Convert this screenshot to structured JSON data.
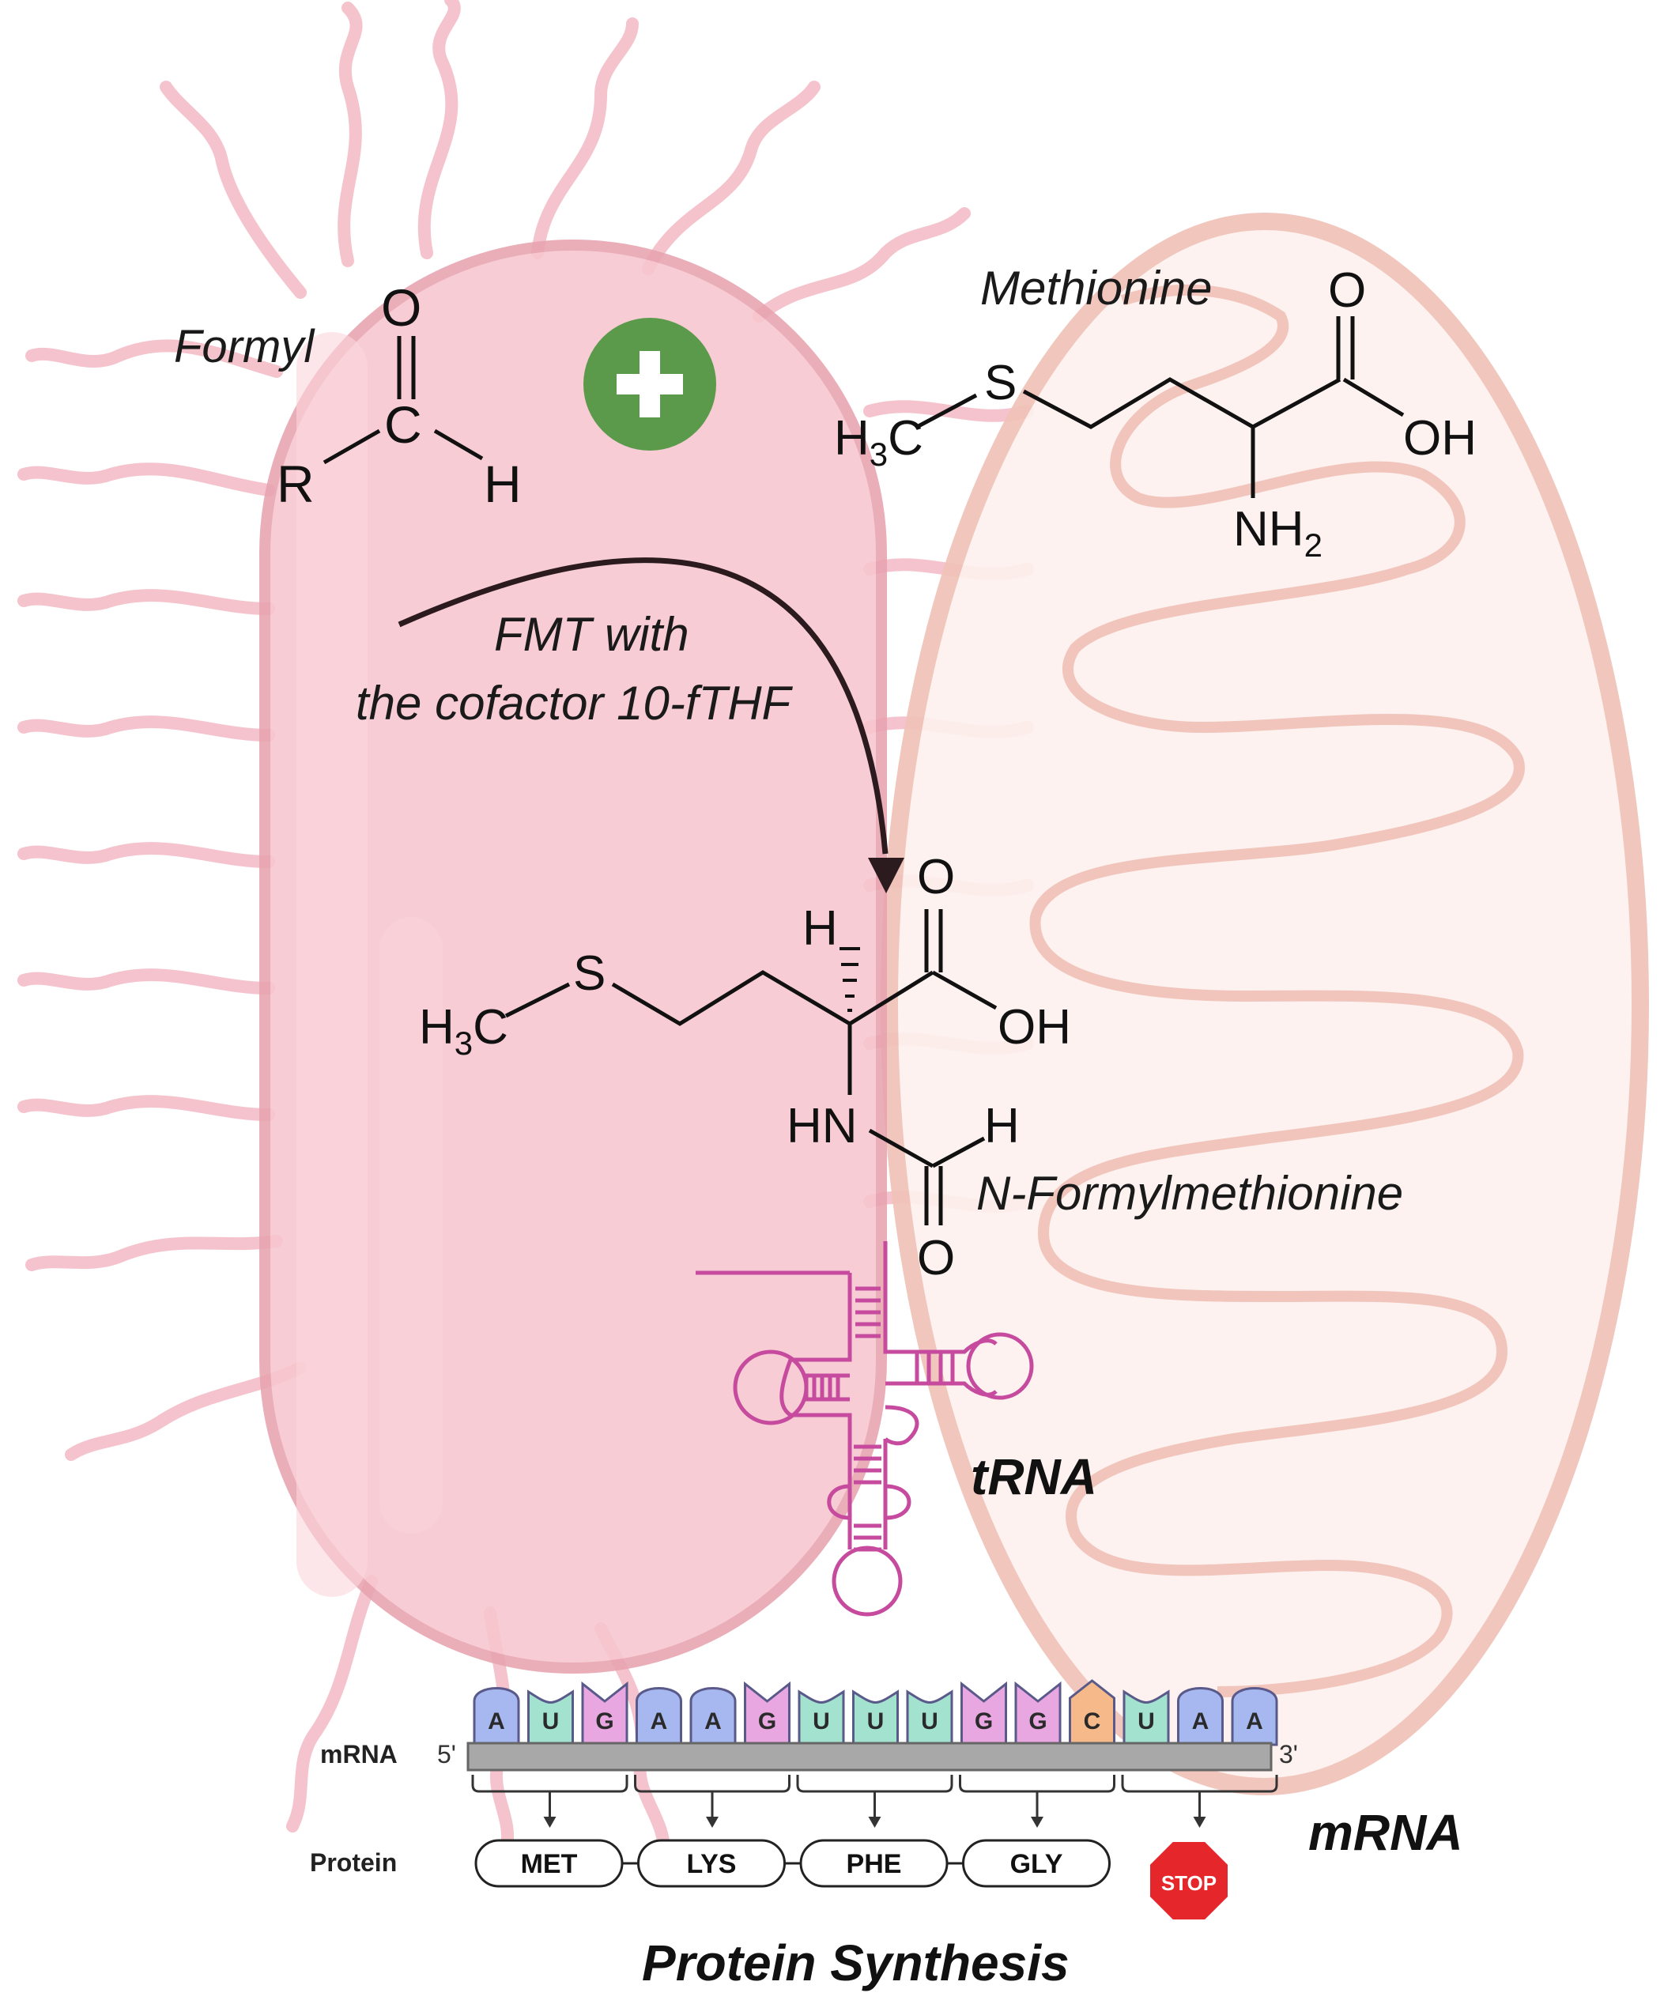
{
  "labels": {
    "formyl": "Formyl",
    "methionine": "Methionine",
    "fmt_line1": "FMT with",
    "fmt_line2": "the cofactor 10-fTHF",
    "n_formylmethionine": "N-Formylmethionine",
    "trna": "tRNA",
    "mrna_big": "mRNA",
    "protein_synthesis": "Protein Synthesis"
  },
  "formyl_structure": {
    "o": "O",
    "c": "C",
    "r": "R",
    "h": "H"
  },
  "methionine_structure": {
    "h3c": "H",
    "h3c_sub": "3",
    "h3c_c": "C",
    "s": "S",
    "o": "O",
    "oh": "OH",
    "nh2": "NH",
    "nh2_sub": "2"
  },
  "fmet_structure": {
    "h3c": "H",
    "h3c_sub": "3",
    "h3c_c": "C",
    "s": "S",
    "h_top": "H",
    "o_top": "O",
    "oh": "OH",
    "hn": "HN",
    "h_formyl": "H",
    "o_formyl": "O"
  },
  "translation": {
    "mrna_label": "mRNA",
    "protein_label": "Protein",
    "five_prime": "5'",
    "three_prime": "3'",
    "stop": "STOP",
    "codon_letters": [
      "A",
      "U",
      "G",
      "A",
      "A",
      "G",
      "U",
      "U",
      "U",
      "G",
      "G",
      "C",
      "U",
      "A",
      "A"
    ],
    "amino_acids": [
      "MET",
      "LYS",
      "PHE",
      "GLY"
    ]
  },
  "colors": {
    "bacterium": "#f7c6cf",
    "bacterium_outline": "#e8a3b0",
    "mito_fill": "#fdf1ee",
    "mito_outline": "#f0c2b8",
    "plus_circle": "#5a9a4a",
    "trna": "#c64b9e",
    "arrow": "#2b1a1e",
    "stop_sign": "#e5262b",
    "nt_A": "#a7b8f0",
    "nt_U": "#a3e2cf",
    "nt_G": "#e9a7e2",
    "nt_C": "#f5b98a"
  }
}
